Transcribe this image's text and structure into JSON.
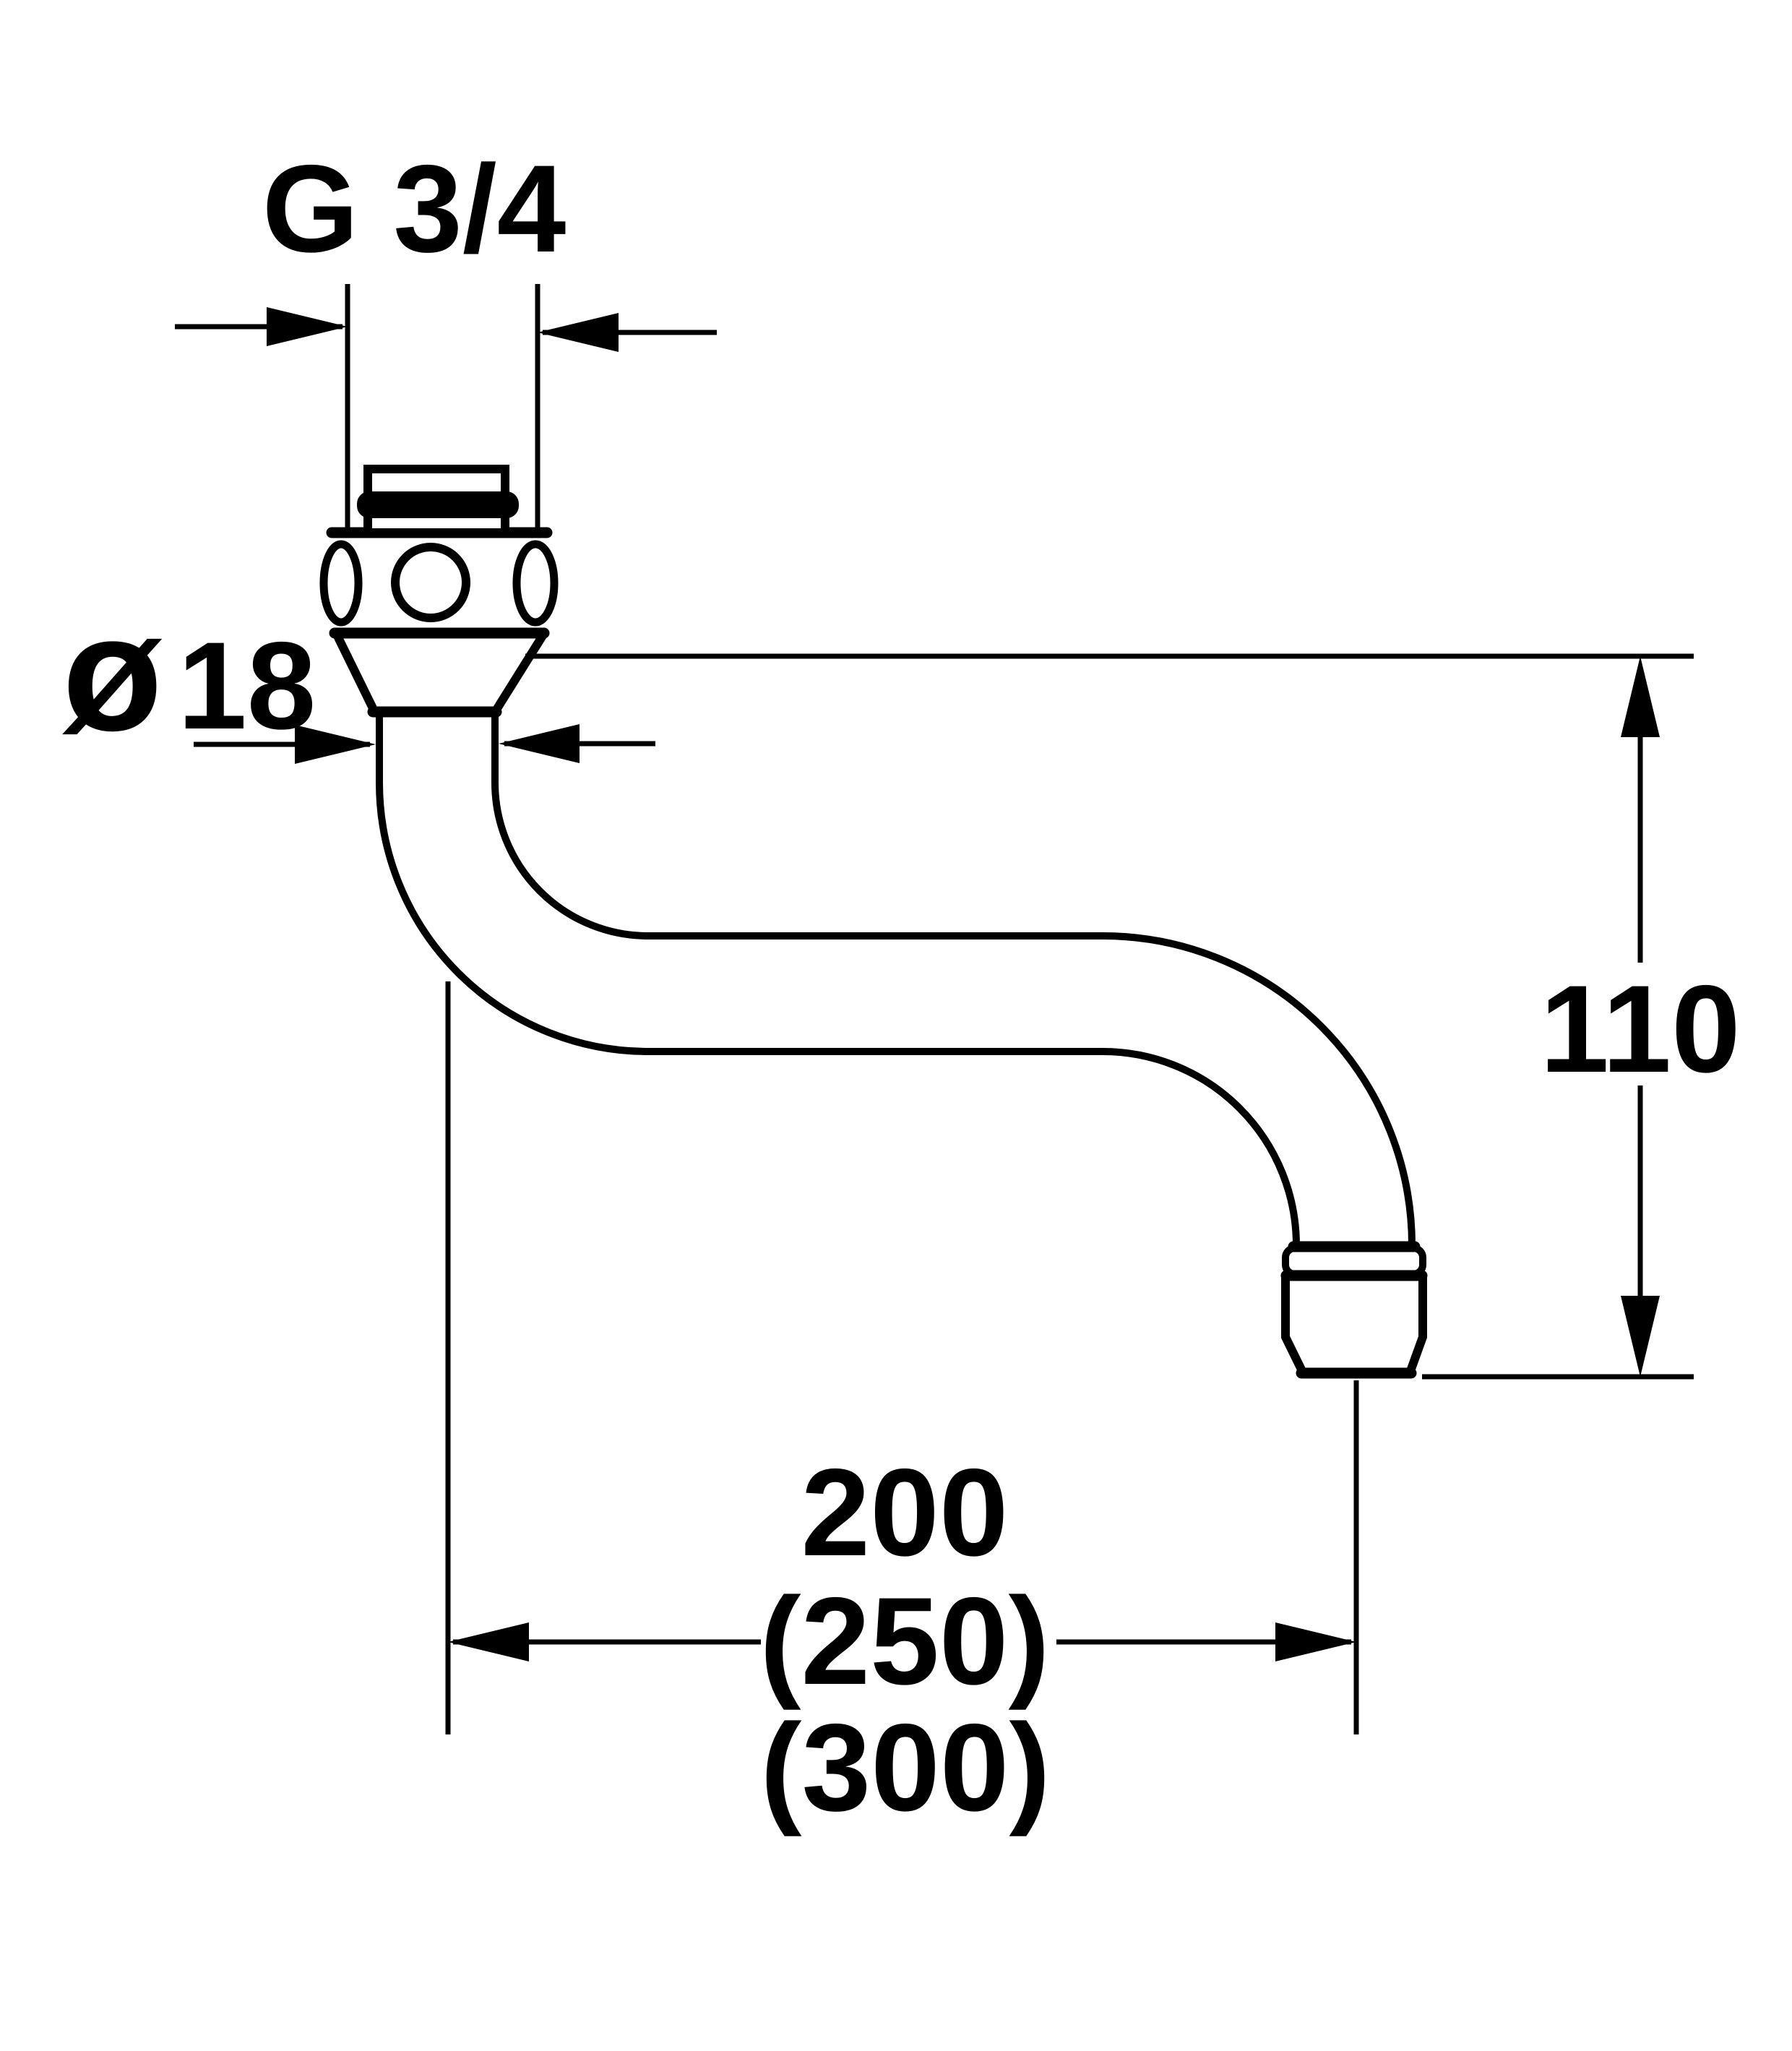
{
  "drawing": {
    "thread_label": "G 3/4",
    "diameter_symbol": "ø",
    "diameter_value": "18",
    "height_label": "110",
    "length_primary": "200",
    "length_variant_1": "(250)",
    "length_variant_2": "(300)"
  }
}
